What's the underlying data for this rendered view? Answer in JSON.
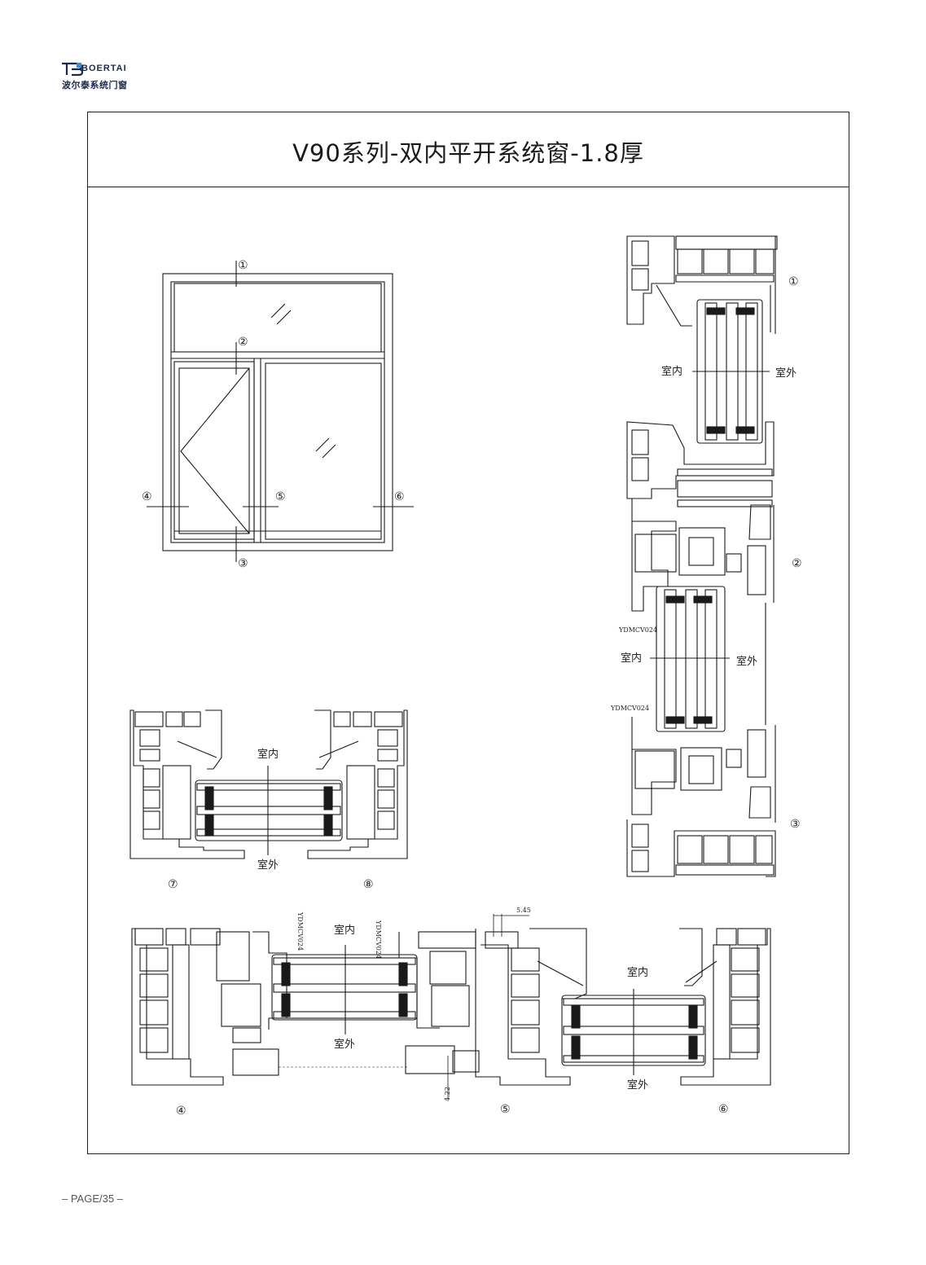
{
  "brand": {
    "en": "BOERTAI",
    "cn": "波尔泰系统门窗",
    "logo_mark": "TB"
  },
  "title": "V90系列-双内平开系统窗-1.8厚",
  "page_label": "– PAGE/35 –",
  "markers": [
    "①",
    "②",
    "③",
    "④",
    "⑤",
    "⑥",
    "⑦",
    "⑧"
  ],
  "labels": {
    "indoor": "室内",
    "outdoor": "室外",
    "part_code": "YDMCV024",
    "dim_a": "5.45",
    "dim_b": "4.22"
  },
  "colors": {
    "line": "#1a1a1a",
    "brand": "#1b2a4a"
  }
}
